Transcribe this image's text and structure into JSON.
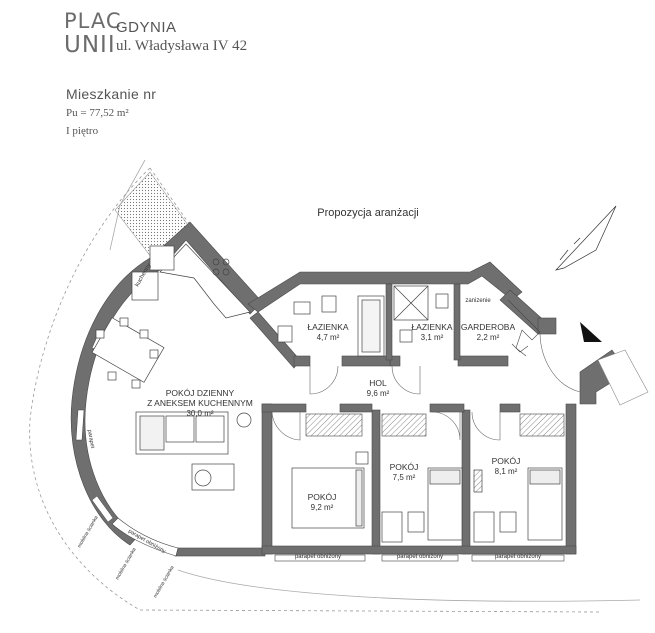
{
  "header": {
    "logo_line1": "PLAC",
    "logo_line2": "UNII",
    "city": "GDYNIA",
    "street": "ul. Władysława IV 42",
    "apartment": "Mieszkanie nr",
    "area": "Pu = 77,52 m²",
    "floor": "I piętro"
  },
  "plan": {
    "caption": "Propozycja aranżacji",
    "rooms": [
      {
        "key": "living",
        "name_line1": "POKÓJ DZIENNY",
        "name_line2": "Z ANEKSEM KUCHENNYM",
        "area": "30,0 m²"
      },
      {
        "key": "bath1",
        "name": "ŁAZIENKA",
        "area": "4,7 m²"
      },
      {
        "key": "bath2",
        "name": "ŁAZIENKA",
        "area": "3,1 m²"
      },
      {
        "key": "wardrobe",
        "name": "GARDEROBA",
        "area": "2,2 m²"
      },
      {
        "key": "hall",
        "name": "HOL",
        "area": "9,6 m²"
      },
      {
        "key": "room1",
        "name": "POKÓJ",
        "area": "9,2 m²"
      },
      {
        "key": "room2",
        "name": "POKÓJ",
        "area": "7,5 m²"
      },
      {
        "key": "room3",
        "name": "POKÓJ",
        "area": "8,1 m²"
      }
    ],
    "notes": {
      "zanizenie": "zanizenie",
      "kuchnia_label": "kuchenny",
      "sciana": "parapet",
      "parapet": "parapet obniżony",
      "mobile": "mobilna ścianka"
    }
  }
}
